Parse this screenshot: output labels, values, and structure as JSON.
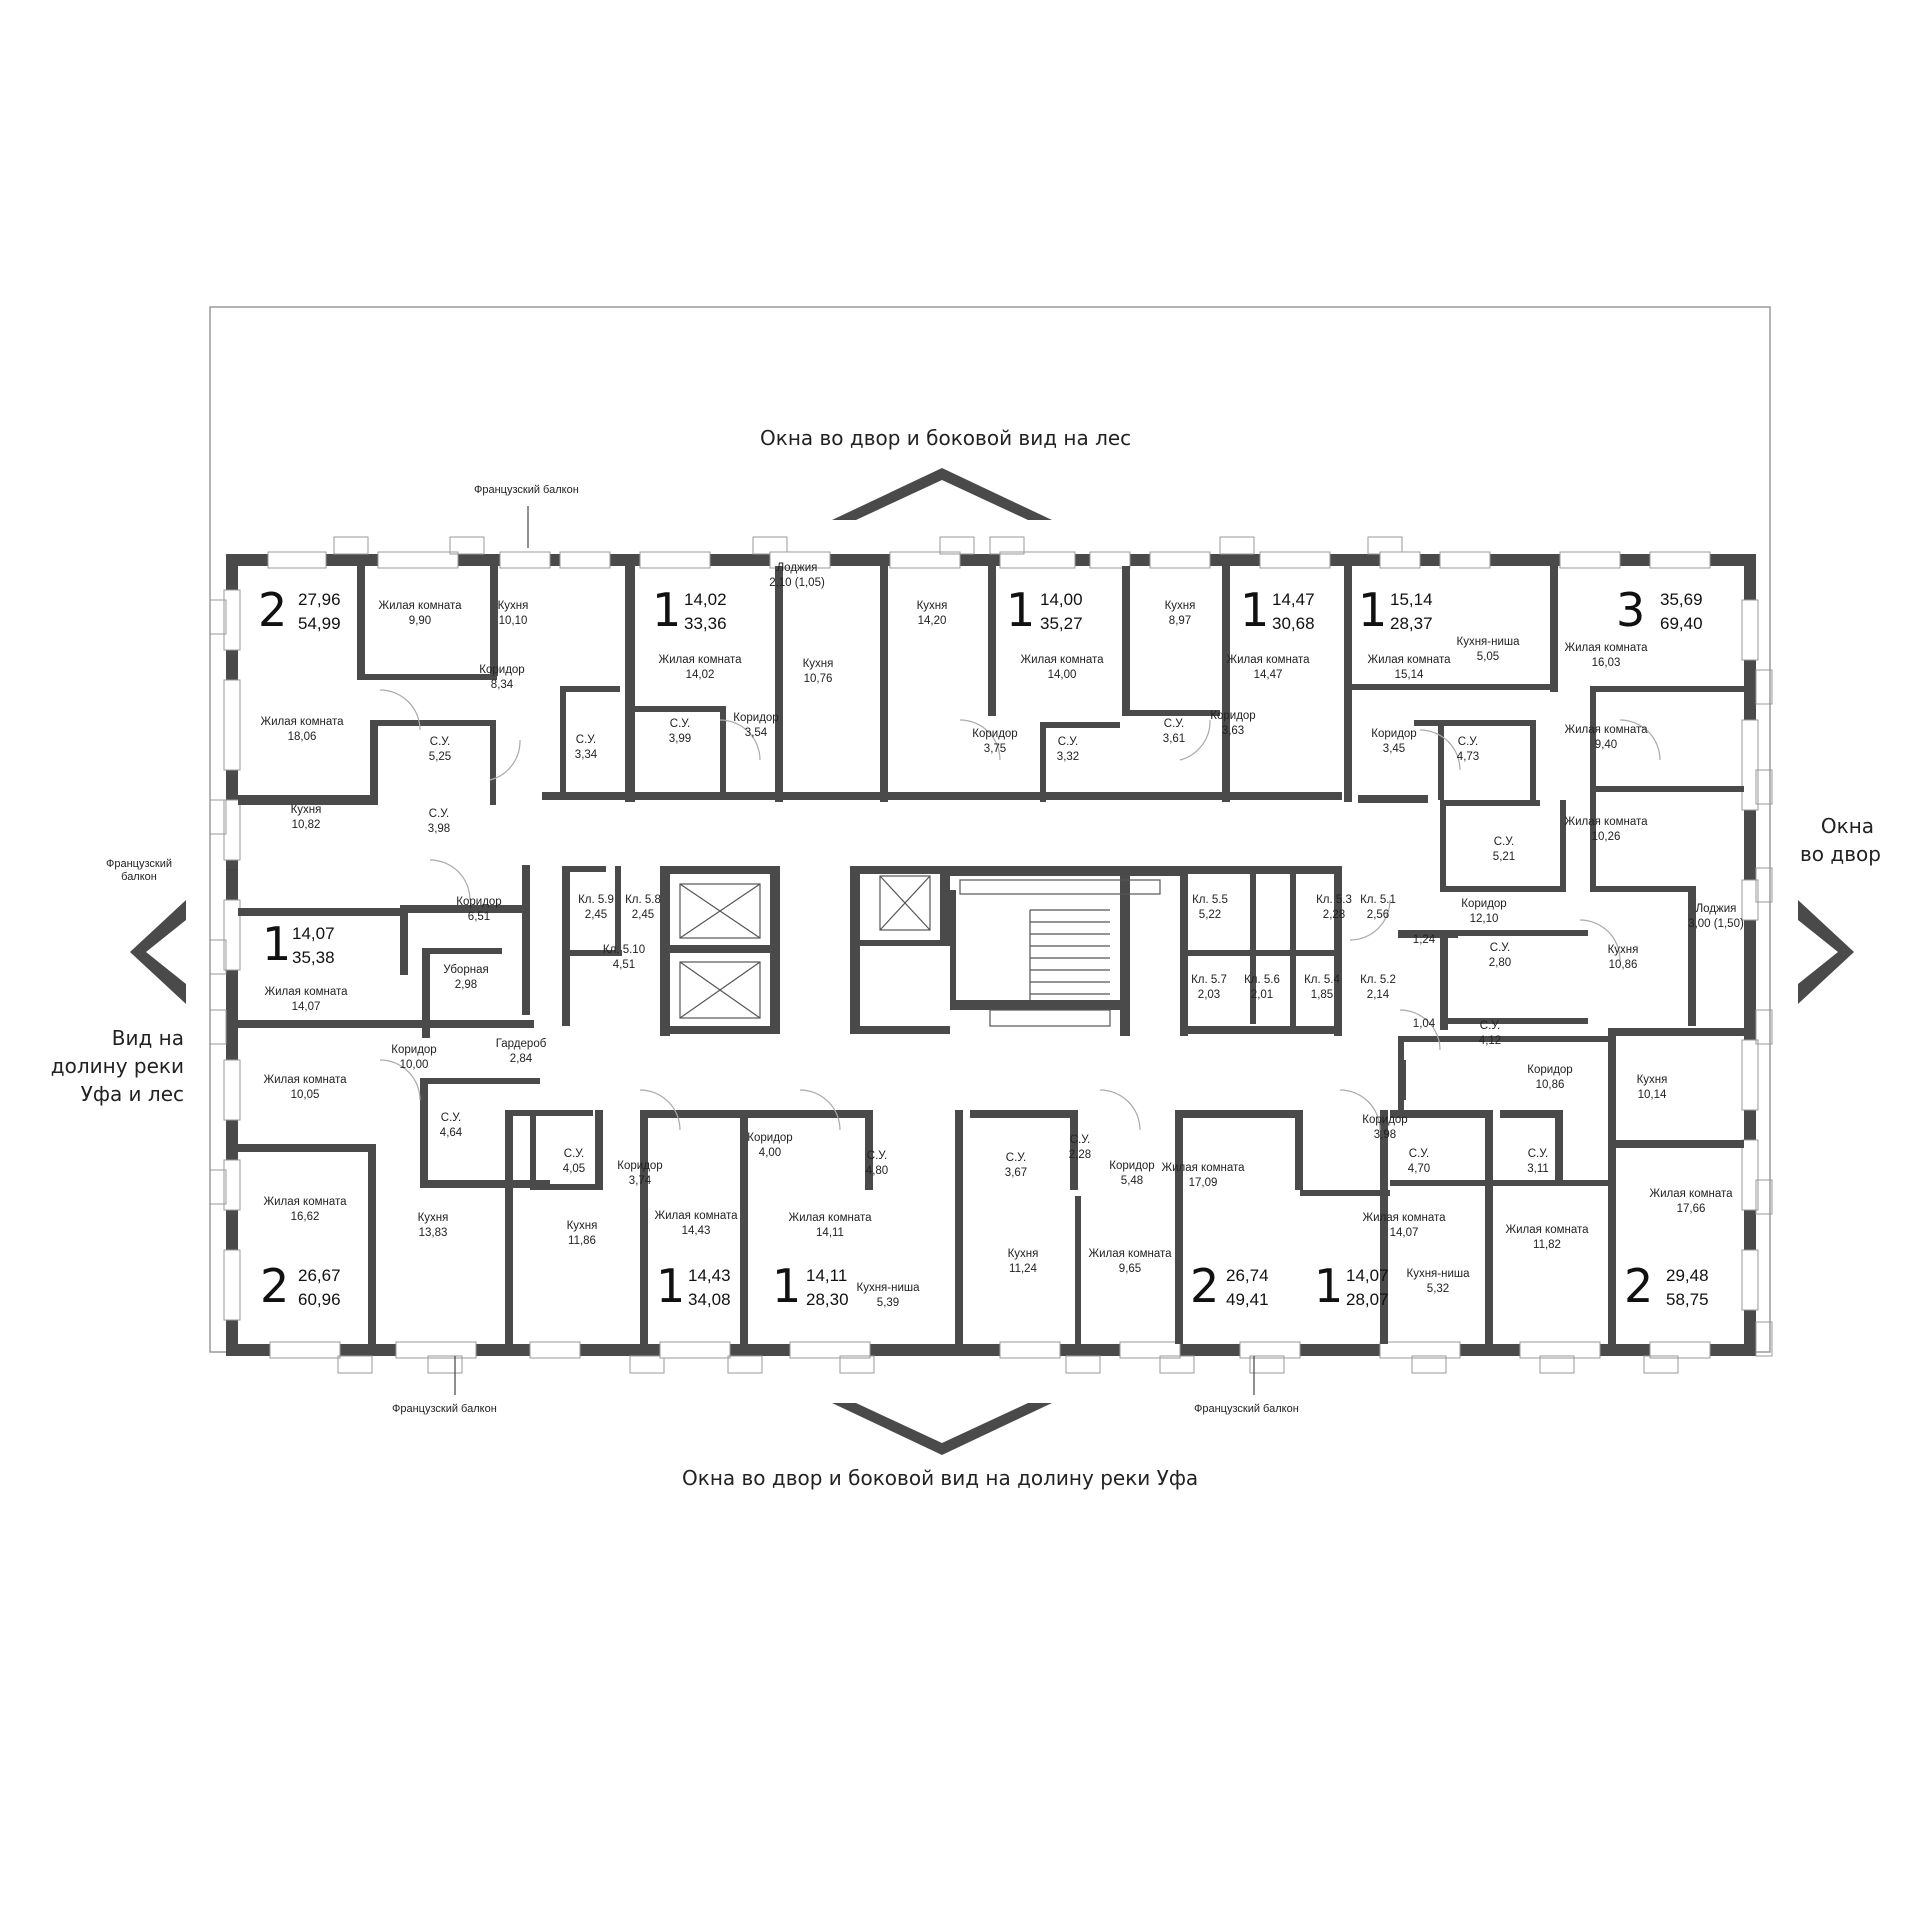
{
  "directions": {
    "top": "Окна во двор и боковой вид на лес",
    "bottom": "Окна во двор и боковой вид на долину реки Уфа",
    "right": [
      "Окна",
      "во двор"
    ],
    "left": [
      "Вид на",
      "долину реки",
      "Уфа и лес"
    ]
  },
  "balcony_notes": {
    "top": "Французский балкон",
    "left": [
      "Французский",
      "балкон"
    ],
    "bottom_left": "Французский балкон",
    "bottom_right": "Французский балкон"
  },
  "apartments": [
    {
      "rooms": "2",
      "living": "27,96",
      "total": "54,99"
    },
    {
      "rooms": "1",
      "living": "14,02",
      "total": "33,36"
    },
    {
      "rooms": "1",
      "living": "14,00",
      "total": "35,27"
    },
    {
      "rooms": "1",
      "living": "14,47",
      "total": "30,68"
    },
    {
      "rooms": "1",
      "living": "15,14",
      "total": "28,37"
    },
    {
      "rooms": "3",
      "living": "35,69",
      "total": "69,40"
    },
    {
      "rooms": "1",
      "living": "14,07",
      "total": "35,38"
    },
    {
      "rooms": "2",
      "living": "26,67",
      "total": "60,96"
    },
    {
      "rooms": "1",
      "living": "14,43",
      "total": "34,08"
    },
    {
      "rooms": "1",
      "living": "14,11",
      "total": "28,30"
    },
    {
      "rooms": "2",
      "living": "26,74",
      "total": "49,41"
    },
    {
      "rooms": "1",
      "living": "14,07",
      "total": "28,07"
    },
    {
      "rooms": "2",
      "living": "29,48",
      "total": "58,75"
    }
  ],
  "rooms": [
    {
      "name": "Жилая комната",
      "area": "9,90"
    },
    {
      "name": "Кухня",
      "area": "10,10"
    },
    {
      "name": "Коридор",
      "area": "8,34"
    },
    {
      "name": "Жилая комната",
      "area": "18,06"
    },
    {
      "name": "С.У.",
      "area": "5,25"
    },
    {
      "name": "С.У.",
      "area": "3,34"
    },
    {
      "name": "Лоджия",
      "area": "2,10 (1,05)"
    },
    {
      "name": "Жилая комната",
      "area": "14,02"
    },
    {
      "name": "С.У.",
      "area": "3,99"
    },
    {
      "name": "Кухня",
      "area": "10,76"
    },
    {
      "name": "Коридор",
      "area": "3,54"
    },
    {
      "name": "Кухня",
      "area": "14,20"
    },
    {
      "name": "Жилая комната",
      "area": "14,00"
    },
    {
      "name": "Коридор",
      "area": "3,75"
    },
    {
      "name": "С.У.",
      "area": "3,32"
    },
    {
      "name": "Кухня",
      "area": "8,97"
    },
    {
      "name": "С.У.",
      "area": "3,61"
    },
    {
      "name": "Коридор",
      "area": "3,63"
    },
    {
      "name": "Жилая комната",
      "area": "14,47"
    },
    {
      "name": "Кухня-ниша",
      "area": "5,05"
    },
    {
      "name": "Жилая комната",
      "area": "15,14"
    },
    {
      "name": "Коридор",
      "area": "3,45"
    },
    {
      "name": "С.У.",
      "area": "4,73"
    },
    {
      "name": "Жилая комната",
      "area": "16,03"
    },
    {
      "name": "Жилая комната",
      "area": "9,40"
    },
    {
      "name": "Жилая комната",
      "area": "10,26"
    },
    {
      "name": "Кухня",
      "area": "10,82"
    },
    {
      "name": "С.У.",
      "area": "3,98"
    },
    {
      "name": "Коридор",
      "area": "6,51"
    },
    {
      "name": "Жилая комната",
      "area": "14,07"
    },
    {
      "name": "Уборная",
      "area": "2,98"
    },
    {
      "name": "Гардероб",
      "area": "2,84"
    },
    {
      "name": "Кл. 5.9",
      "area": "2,45"
    },
    {
      "name": "Кл. 5.8",
      "area": "2,45"
    },
    {
      "name": "Кл. 5.10",
      "area": "4,51"
    },
    {
      "name": "Кл. 5.5",
      "area": "5,22"
    },
    {
      "name": "Кл. 5.3",
      "area": "2,28"
    },
    {
      "name": "Кл. 5.1",
      "area": "2,56"
    },
    {
      "name": "Кл. 5.7",
      "area": "2,03"
    },
    {
      "name": "Кл. 5.6",
      "area": "2,01"
    },
    {
      "name": "Кл. 5.4",
      "area": "1,85"
    },
    {
      "name": "Кл. 5.2",
      "area": "2,14"
    },
    {
      "name": "С.У.",
      "area": "5,21"
    },
    {
      "name": "Коридор",
      "area": "12,10"
    },
    {
      "name": "",
      "area": "1,24"
    },
    {
      "name": "",
      "area": "1,04"
    },
    {
      "name": "С.У.",
      "area": "2,80"
    },
    {
      "name": "С.У.",
      "area": "4,12"
    },
    {
      "name": "Кухня",
      "area": "10,86"
    },
    {
      "name": "Лоджия",
      "area": "3,00 (1,50)"
    },
    {
      "name": "Коридор",
      "area": "10,86"
    },
    {
      "name": "Кухня",
      "area": "10,14"
    },
    {
      "name": "Коридор",
      "area": "10,00"
    },
    {
      "name": "Жилая комната",
      "area": "10,05"
    },
    {
      "name": "С.У.",
      "area": "4,64"
    },
    {
      "name": "Жилая комната",
      "area": "16,62"
    },
    {
      "name": "Кухня",
      "area": "13,83"
    },
    {
      "name": "С.У.",
      "area": "4,05"
    },
    {
      "name": "Коридор",
      "area": "3,74"
    },
    {
      "name": "Кухня",
      "area": "11,86"
    },
    {
      "name": "Жилая комната",
      "area": "14,43"
    },
    {
      "name": "Коридор",
      "area": "4,00"
    },
    {
      "name": "С.У.",
      "area": "4,80"
    },
    {
      "name": "Жилая комната",
      "area": "14,11"
    },
    {
      "name": "Кухня-ниша",
      "area": "5,39"
    },
    {
      "name": "С.У.",
      "area": "3,67"
    },
    {
      "name": "С.У.",
      "area": "2,28"
    },
    {
      "name": "Кухня",
      "area": "11,24"
    },
    {
      "name": "Коридор",
      "area": "5,48"
    },
    {
      "name": "Жилая комната",
      "area": "9,65"
    },
    {
      "name": "Жилая комната",
      "area": "17,09"
    },
    {
      "name": "Коридор",
      "area": "3,98"
    },
    {
      "name": "С.У.",
      "area": "4,70"
    },
    {
      "name": "Жилая комната",
      "area": "14,07"
    },
    {
      "name": "Кухня-ниша",
      "area": "5,32"
    },
    {
      "name": "С.У.",
      "area": "3,11"
    },
    {
      "name": "Жилая комната",
      "area": "11,82"
    },
    {
      "name": "Жилая комната",
      "area": "17,66"
    }
  ]
}
